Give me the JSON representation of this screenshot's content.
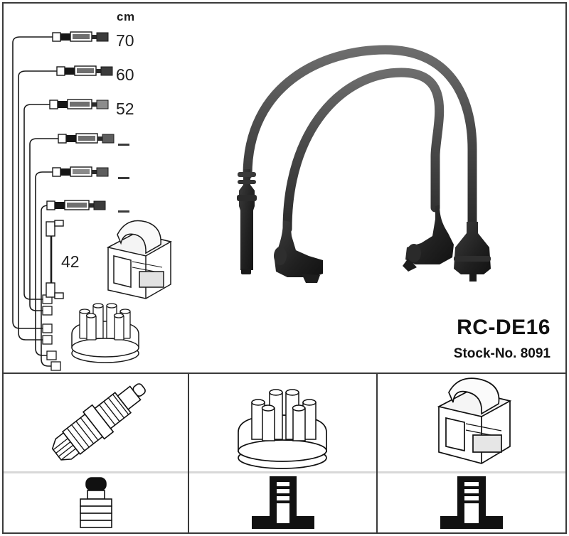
{
  "product": {
    "title": "RC-DE16",
    "stock_label": "Stock-No. 8091"
  },
  "length_table": {
    "unit_header": "cm",
    "rows": [
      {
        "index": 1,
        "length": "70",
        "is_dash": false
      },
      {
        "index": 2,
        "length": "60",
        "is_dash": false
      },
      {
        "index": 3,
        "length": "52",
        "is_dash": false
      },
      {
        "index": 4,
        "length": "—",
        "is_dash": true
      },
      {
        "index": 5,
        "length": "—",
        "is_dash": true
      },
      {
        "index": 6,
        "length": "—",
        "is_dash": true
      }
    ],
    "coil_lead_length": "42"
  },
  "components": {
    "coil": "ignition-coil",
    "distributor_cap": "distributor-cap",
    "spark_plug": "spark-plug"
  },
  "bottom_panels": [
    {
      "id": "spark-plug-panel",
      "component": "spark-plug",
      "terminal": "spark-plug-boot-terminal"
    },
    {
      "id": "distributor-cap-panel",
      "component": "distributor-cap",
      "terminal": "distributor-cap-terminal"
    },
    {
      "id": "ignition-coil-panel",
      "component": "ignition-coil",
      "terminal": "ignition-coil-terminal"
    }
  ],
  "colors": {
    "frame": "#3a3a3a",
    "ink": "#1a1a1a",
    "cable": "#4a4a4a",
    "boot": "#252525",
    "divider": "#d8d8d8"
  }
}
